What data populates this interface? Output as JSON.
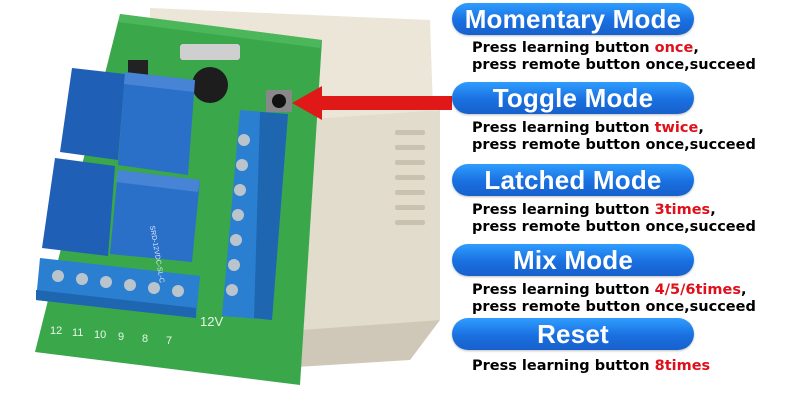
{
  "modes": [
    {
      "title": "Momentary Mode",
      "line1_prefix": "Press learning button ",
      "line1_highlight": "once",
      "line1_suffix": ",",
      "line2": "press remote button once,succeed"
    },
    {
      "title": "Toggle Mode",
      "line1_prefix": "Press learning button ",
      "line1_highlight": "twice",
      "line1_suffix": ",",
      "line2": "press remote button once,succeed"
    },
    {
      "title": "Latched Mode",
      "line1_prefix": "Press learning button ",
      "line1_highlight": "3times",
      "line1_suffix": ",",
      "line2": "press remote button once,succeed"
    },
    {
      "title": "Mix Mode",
      "line1_prefix": "Press learning button ",
      "line1_highlight": "4/5/6times",
      "line1_suffix": ",",
      "line2": "press remote button once,succeed"
    },
    {
      "title": "Reset",
      "line1_prefix": "Press learning button ",
      "line1_highlight": "8times",
      "line1_suffix": "",
      "line2": ""
    }
  ],
  "board": {
    "terminal_labels": [
      "12",
      "11",
      "10",
      "9",
      "8",
      "7"
    ],
    "voltage_label": "12V",
    "relay_label": "SRD-12VDC-SL-C"
  },
  "colors": {
    "pill_blue": "#1a6fe0",
    "highlight_red": "#e0101a",
    "pcb_green": "#3aa84a",
    "terminal_blue": "#2a7fd0",
    "relay_blue": "#1f5fb5",
    "arrow_red": "#e01818"
  }
}
